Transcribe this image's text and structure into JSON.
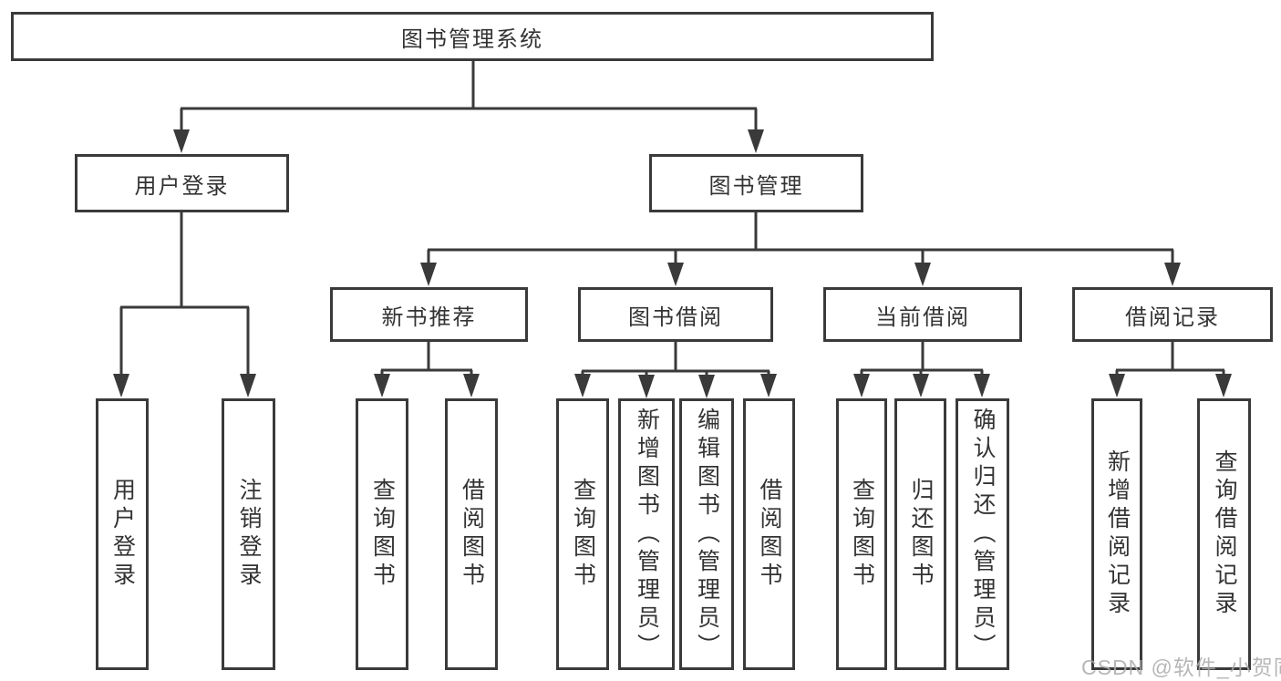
{
  "colors": {
    "line": "#3a3a3a",
    "text": "#333333",
    "box_bg": "#ffffff",
    "watermark": "#ababab"
  },
  "root": {
    "label": "图书管理系统"
  },
  "level2": [
    {
      "id": "user-login",
      "label": "用户登录"
    },
    {
      "id": "book-management",
      "label": "图书管理"
    }
  ],
  "level3": [
    {
      "id": "new-book-recommend",
      "label": "新书推荐",
      "parent": "图书管理"
    },
    {
      "id": "book-borrowing",
      "label": "图书借阅",
      "parent": "图书管理"
    },
    {
      "id": "current-borrowing",
      "label": "当前借阅",
      "parent": "图书管理"
    },
    {
      "id": "borrowing-records",
      "label": "借阅记录",
      "parent": "图书管理"
    }
  ],
  "leaves": [
    {
      "id": "leaf-user-login",
      "label": "用户登录",
      "parent": "用户登录"
    },
    {
      "id": "leaf-logout",
      "label": "注销登录",
      "parent": "用户登录"
    },
    {
      "id": "leaf-query-books-recommend",
      "label": "查询图书",
      "parent": "新书推荐"
    },
    {
      "id": "leaf-borrow-books-recommend",
      "label": "借阅图书",
      "parent": "新书推荐"
    },
    {
      "id": "leaf-query-books-borrowing",
      "label": "查询图书",
      "parent": "图书借阅"
    },
    {
      "id": "leaf-add-books-admin",
      "label": "新增图书（管理员）",
      "parent": "图书借阅"
    },
    {
      "id": "leaf-edit-books-admin",
      "label": "编辑图书（管理员）",
      "parent": "图书借阅"
    },
    {
      "id": "leaf-borrow-books-borrowing",
      "label": "借阅图书",
      "parent": "图书借阅"
    },
    {
      "id": "leaf-query-books-current",
      "label": "查询图书",
      "parent": "当前借阅"
    },
    {
      "id": "leaf-return-books",
      "label": "归还图书",
      "parent": "当前借阅"
    },
    {
      "id": "leaf-confirm-return-admin",
      "label": "确认归还（管理员）",
      "parent": "当前借阅"
    },
    {
      "id": "leaf-add-borrow-record",
      "label": "新增借阅记录",
      "parent": "借阅记录"
    },
    {
      "id": "leaf-query-borrow-record",
      "label": "查询借阅记录",
      "parent": "借阅记录"
    }
  ],
  "watermark": {
    "text": "CSDN @软件_小贺同学"
  }
}
